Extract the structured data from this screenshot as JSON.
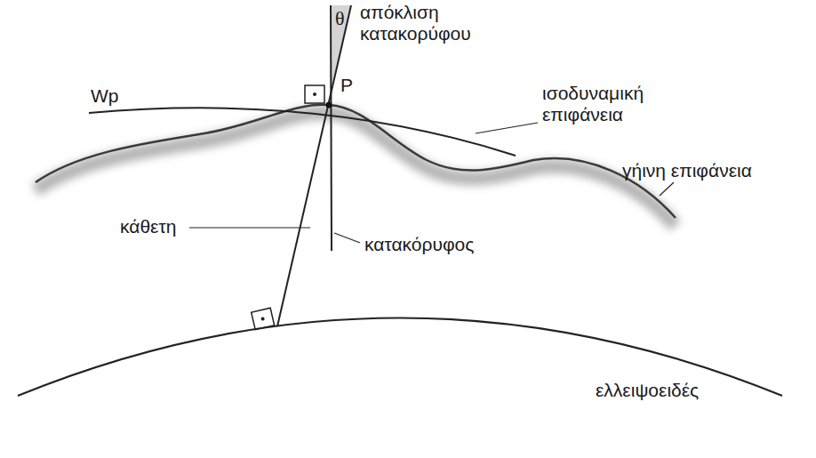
{
  "diagram": {
    "labels": [
      "θ",
      "απόκλιση κατακορύφου",
      "Wp",
      "P",
      "ισοδυναμική επιφάνεια",
      "γήινη επιφάνεια",
      "κάθετη",
      "κατακόρυφος",
      "ελλειψοειδές"
    ]
  }
}
